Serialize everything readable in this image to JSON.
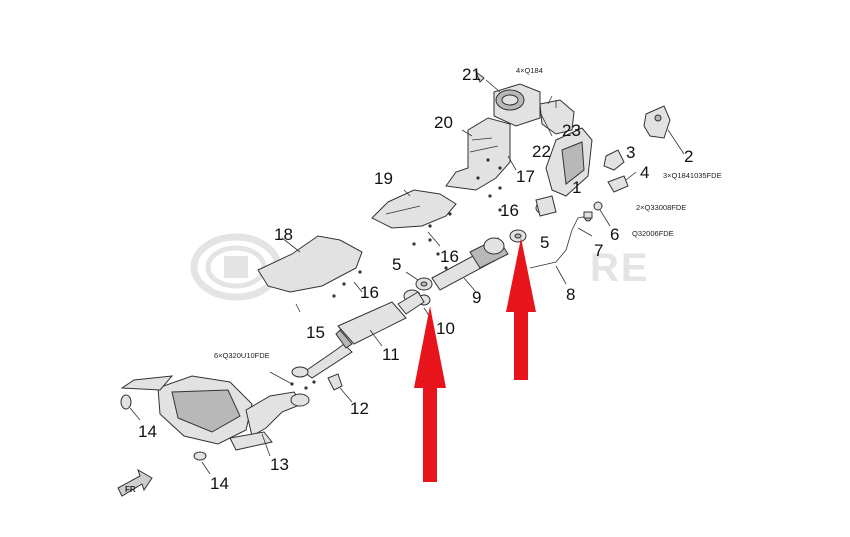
{
  "watermark": {
    "text_fragment": "RE",
    "color": "#e6e6e6"
  },
  "callouts": [
    {
      "id": "c1",
      "label": "1"
    },
    {
      "id": "c2",
      "label": "2"
    },
    {
      "id": "c3",
      "label": "3"
    },
    {
      "id": "c4",
      "label": "4"
    },
    {
      "id": "c5a",
      "label": "5"
    },
    {
      "id": "c5b",
      "label": "5"
    },
    {
      "id": "c6",
      "label": "6"
    },
    {
      "id": "c7",
      "label": "7"
    },
    {
      "id": "c8",
      "label": "8"
    },
    {
      "id": "c9",
      "label": "9"
    },
    {
      "id": "c10",
      "label": "10"
    },
    {
      "id": "c11",
      "label": "11"
    },
    {
      "id": "c12",
      "label": "12"
    },
    {
      "id": "c13",
      "label": "13"
    },
    {
      "id": "c14a",
      "label": "14"
    },
    {
      "id": "c14b",
      "label": "14"
    },
    {
      "id": "c15",
      "label": "15"
    },
    {
      "id": "c16a",
      "label": "16"
    },
    {
      "id": "c16b",
      "label": "16"
    },
    {
      "id": "c16c",
      "label": "16"
    },
    {
      "id": "c17",
      "label": "17"
    },
    {
      "id": "c18",
      "label": "18"
    },
    {
      "id": "c19",
      "label": "19"
    },
    {
      "id": "c20",
      "label": "20"
    },
    {
      "id": "c21",
      "label": "21"
    },
    {
      "id": "c22",
      "label": "22"
    },
    {
      "id": "c23",
      "label": "23"
    }
  ],
  "codes": {
    "top": "4×Q184",
    "right_1": "3×Q1841035FDE",
    "right_2": "2×Q33008FDE",
    "right_3": "Q32006FDE",
    "left": "6×Q320U10FDE"
  },
  "direction_label": "FR",
  "arrow_color": "#e8141b"
}
